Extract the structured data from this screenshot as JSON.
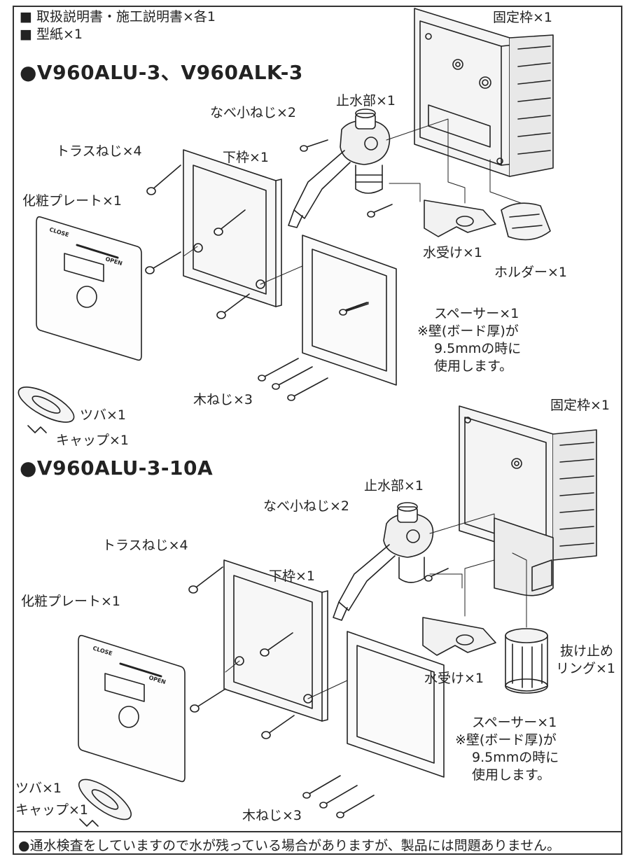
{
  "header": {
    "line1": "■ 取扱説明書・施工説明書×各1",
    "line2": "■ 型紙×1"
  },
  "section1": {
    "title": "●V960ALU-3、V960ALK-3",
    "labels": {
      "fixed_frame": "固定枠×1",
      "stop_valve": "止水部×1",
      "pan_screw": "なべ小ねじ×2",
      "truss_screw": "トラスねじ×4",
      "lower_frame": "下枠×1",
      "cosmetic_plate": "化粧プレート×1",
      "water_tray": "水受け×1",
      "holder": "ホルダー×1",
      "spacer": "スペーサー×1",
      "spacer_note1": "※壁(ボード厚)が",
      "spacer_note2": "9.5mmの時に",
      "spacer_note3": "使用します。",
      "wood_screw": "木ねじ×3",
      "flange": "ツバ×1",
      "cap": "キャップ×1"
    },
    "plate_text": {
      "close": "CLOSE",
      "open": "OPEN"
    }
  },
  "section2": {
    "title": "●V960ALU-3-10A",
    "labels": {
      "fixed_frame": "固定枠×1",
      "stop_valve": "止水部×1",
      "pan_screw": "なべ小ねじ×2",
      "truss_screw": "トラスねじ×4",
      "lower_frame": "下枠×1",
      "cosmetic_plate": "化粧プレート×1",
      "water_tray": "水受け×1",
      "retaining_ring1": "抜け止め",
      "retaining_ring2": "リング×1",
      "spacer": "スペーサー×1",
      "spacer_note1": "※壁(ボード厚)が",
      "spacer_note2": "9.5mmの時に",
      "spacer_note3": "使用します。",
      "wood_screw": "木ねじ×3",
      "flange": "ツバ×1",
      "cap": "キャップ×1"
    },
    "plate_text": {
      "close": "CLOSE",
      "open": "OPEN"
    }
  },
  "footer": {
    "note": "●通水検査をしていますので水が残っている場合がありますが、製品には問題ありません。"
  }
}
